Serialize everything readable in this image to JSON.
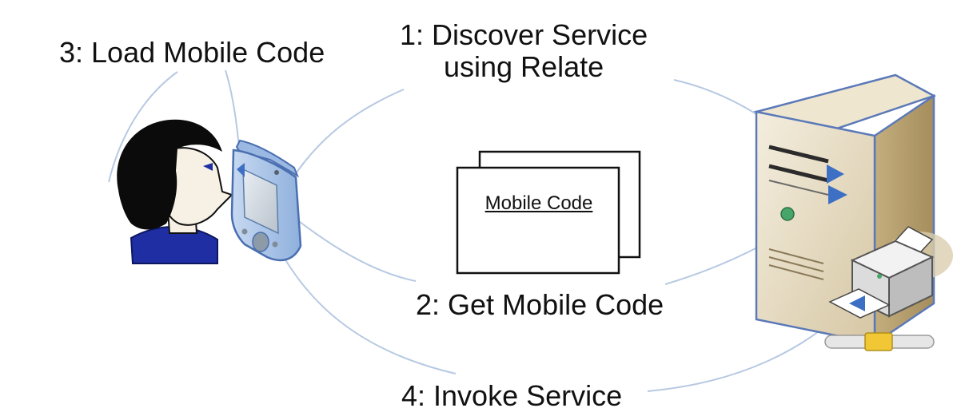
{
  "labels": {
    "step1_line1": "1: Discover Service",
    "step1_line2": "using Relate",
    "step2": "2: Get Mobile Code",
    "step3": "3: Load Mobile Code",
    "step4": "4: Invoke Service",
    "code_document": "Mobile Code"
  },
  "icons": {
    "user": "person-head-icon",
    "device": "pda-icon",
    "server": "server-tower-icon",
    "printer": "printer-icon",
    "network": "network-bus-icon"
  },
  "colors": {
    "link_line": "#b7c9e2",
    "arrow": "#3d6fc4",
    "pda_body": "#aec6e8",
    "pda_outline": "#4a6fb0",
    "server_body": "#e6dcc4",
    "server_outline": "#5b79b8",
    "hair": "#0b0b0b",
    "shirt": "#1f2fa3",
    "network_connector": "#f1c736"
  }
}
